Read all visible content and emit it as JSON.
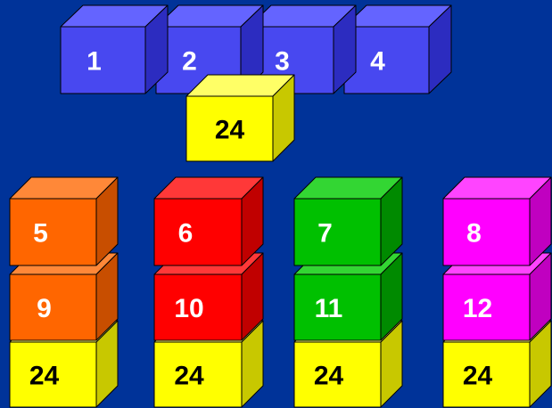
{
  "colors": {
    "background": "#003399",
    "blue": {
      "front": "#4848f0",
      "top": "#6464ff",
      "side": "#2c2cc0",
      "text": "#ffffff"
    },
    "yellow": {
      "front": "#ffff00",
      "top": "#ffff66",
      "side": "#c8c800",
      "text": "#000000"
    },
    "orange": {
      "front": "#ff6600",
      "top": "#ff8838",
      "side": "#c84e00",
      "text": "#ffffff"
    },
    "red": {
      "front": "#ff0000",
      "top": "#ff3838",
      "side": "#c00000",
      "text": "#ffffff"
    },
    "green": {
      "front": "#00c000",
      "top": "#33d633",
      "side": "#008a00",
      "text": "#ffffff"
    },
    "magenta": {
      "front": "#ff00ff",
      "top": "#ff44ff",
      "side": "#c000c0",
      "text": "#ffffff"
    }
  },
  "top_row": [
    {
      "label": "1",
      "color": "blue"
    },
    {
      "label": "2",
      "color": "blue"
    },
    {
      "label": "3",
      "color": "blue"
    },
    {
      "label": "4",
      "color": "blue"
    }
  ],
  "shared_cube": {
    "label": "24",
    "color": "yellow"
  },
  "stacks": [
    {
      "color": "orange",
      "top_label": "5",
      "middle_label": "9",
      "bottom_label": "24"
    },
    {
      "color": "red",
      "top_label": "6",
      "middle_label": "10",
      "bottom_label": "24"
    },
    {
      "color": "green",
      "top_label": "7",
      "middle_label": "11",
      "bottom_label": "24"
    },
    {
      "color": "magenta",
      "top_label": "8",
      "middle_label": "12",
      "bottom_label": "24"
    }
  ]
}
